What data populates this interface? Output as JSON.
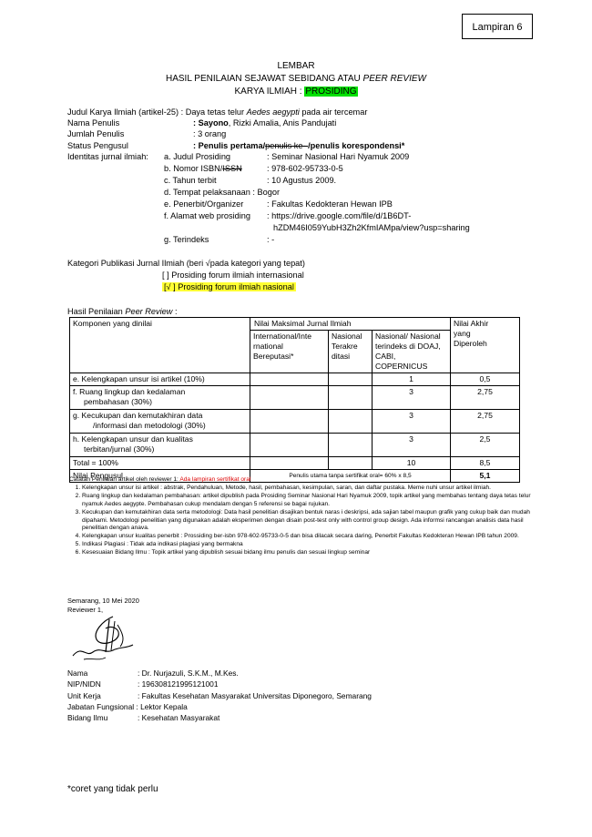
{
  "lampiran": "Lampiran 6",
  "header": {
    "line1": "LEMBAR",
    "line2_prefix": "HASIL PENILAIAN SEJAWAT SEBIDANG ATAU ",
    "line2_italic": "PEER REVIEW",
    "line3_prefix": "KARYA ILMIAH : ",
    "line3_highlight": "PROSIDING"
  },
  "fields": {
    "judul_label": "Judul Karya Ilmiah (artikel-25) : Daya tetas telur ",
    "judul_italic": "Aedes aegypti",
    "judul_suffix": " pada air tercemar",
    "nama_label": "Nama Penulis",
    "nama_bold": ": Sayono",
    "nama_rest": ", Rizki Amalia, Anis Pandujati",
    "jumlah_label": "Jumlah Penulis",
    "jumlah_value": ": 3 orang",
    "status_label": "Status Pengusul",
    "status_a": ": Penulis pertama/",
    "status_strike": "penulis ke- ",
    "status_b": "/penulis korespondensi*",
    "identitas_label": "Identitas jurnal ilmiah:"
  },
  "identitas": {
    "a_label": "a.  Judul Prosiding",
    "a_value": ": Seminar Nasional Hari Nyamuk 2009",
    "b_label_a": "b.  Nomor ISBN/",
    "b_label_strike": "ISSN",
    "b_value": ":  978-602-95733-0-5",
    "c_label": "c.  Tahun terbit",
    "c_value": ": 10 Agustus 2009.",
    "d_label": "d.  Tempat pelaksanaan : Bogor",
    "e_label": "e.  Penerbit/Organizer",
    "e_value": ": Fakultas Kedokteran Hewan IPB",
    "f_label": "f.   Alamat web prosiding",
    "f_value1": ": https://drive.google.com/file/d/1B6DT-",
    "f_value2": "hZDM46I059YubH3Zh2KfmIAMpa/view?usp=sharing",
    "g_label": "g.  Terindeks",
    "g_value": ": -"
  },
  "kategori": {
    "title": "Kategori Publikasi Jurnal Ilmiah (beri √pada kategori yang tepat)",
    "opt1": "[ ] Prosiding forum ilmiah internasional",
    "opt2": "[√ ] Prosiding forum ilmiah nasional"
  },
  "hasil_title_prefix": "Hasil Penilaian ",
  "hasil_title_italic": "Peer Review",
  "hasil_title_suffix": " :",
  "table": {
    "h_komponen": "Komponen yang dinilai",
    "h_nilai_maks": "Nilai Maksimal Jurnal Ilmiah",
    "h_internasional": "International/Internasional Bereputasi*",
    "h_internasional_l1": "International/Inte",
    "h_internasional_l2": "rnational",
    "h_internasional_l3": "Bereputasi*",
    "h_nasional_terakreditasi_l1": "Nasional",
    "h_nasional_terakreditasi_l2": "Terakre",
    "h_nasional_terakreditasi_l3": "ditasi",
    "h_nasional_l1": "Nasional/ Nasional",
    "h_nasional_l2": "terindeks di DOAJ,",
    "h_nasional_l3": "CABI, COPERNICUS",
    "h_akhir_l1": "Nilai Akhir",
    "h_akhir_l2": "yang",
    "h_akhir_l3": "Diperoleh",
    "rows": [
      {
        "label1": "e. Kelengkapan unsur isi artikel (10%)",
        "label2": "",
        "max": "1",
        "akhir": "0,5"
      },
      {
        "label1": "f. Ruang lingkup dan kedalaman",
        "label2": "pembahasan (30%)",
        "max": "3",
        "akhir": "2,75"
      },
      {
        "label1": "g.   Kecukupan dan kemutakhiran data",
        "label2": "/informasi dan metodologi (30%)",
        "max": "3",
        "akhir": "2,75"
      },
      {
        "label1": "h. Kelengkapan unsur dan kualitas",
        "label2": "terbitan/jurnal (30%)",
        "max": "3",
        "akhir": "2,5"
      }
    ],
    "total_label": "Total = 100%",
    "total_max": "10",
    "total_akhir": "8,5",
    "pengusul_label": "Nilai Pengusul",
    "pengusul_note": "Penulis utama tanpa sertifikat oral= 60% x 8,5",
    "pengusul_value": "5,1"
  },
  "catatan": {
    "title": "Catatan Penilaian artikel oleh reviewer 1: ",
    "title_red": "Ada lampiran sertifikat oral",
    "items": [
      "Kelengkapan unsur isi artikel : abstrak, Pendahuluan, Metode, hasil, pembahasan, kesimpulan, saran, dan daftar pustaka. Meme nuhi unsur artikel ilmiah.",
      "Ruang lingkup dan kedalaman pembahasan: artikel dipublish pada Prosiding Seminar Nasional Hari Nyamuk 2009, topik artikel yang membahas tentang daya tetas telur nyamuk Aedes aegypte. Pembahasan cukup mendalam dengan 5 referensi se bagai rujukan.",
      "Kecukupan dan kemutakhiran data serta metodologi: Data hasil penelitian disajikan bentuk naras i deskripsi, ada sajian tabel maupun grafik yang cukup baik dan mudah dipahami. Metodologi penelitian yang digunakan adalah eksperimen dengan disain post-test only with control group design. Ada informsi rancangan analisis data hasil penelitian dengan anava.",
      "Kelengkapan unsur kualitas penerbit : Prossiding ber-isbn 978-602-95733-0-5 dan bisa dilacak secara daring, Penerbit Fakultas Kedokteran Hewan IPB tahun 2009.",
      "Indikasi Plagiasi : Tidak ada indikasi plagiasi yang bermakna",
      "Kesesuaian Bidang Ilmu : Topik artikel yang dipublish sesuai bidang ilmu penulis dan sesuai lingkup seminar"
    ]
  },
  "signature": {
    "place_date": "Semarang, 10 Mei 2020",
    "reviewer": "Reviewer 1,",
    "nama_label": "Nama",
    "nama_value": ": Dr. Nurjazuli, S.K.M., M.Kes.",
    "nip_label": "NIP/NIDN",
    "nip_value": ":  196308121995121001",
    "unit_label": "Unit Kerja",
    "unit_value": ": Fakultas Kesehatan Masyarakat Universitas Diponegoro, Semarang",
    "jabatan_label": "Jabatan Fungsional : Lektor Kepala",
    "bidang_label": "Bidang Ilmu",
    "bidang_value": ": Kesehatan Masyarakat"
  },
  "footnote": "*coret yang tidak perlu"
}
